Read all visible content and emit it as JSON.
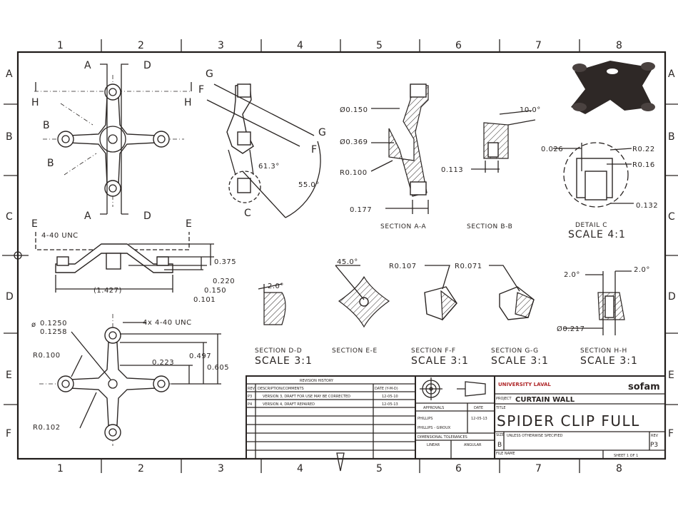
{
  "grid": {
    "columns": [
      "1",
      "2",
      "3",
      "4",
      "5",
      "6",
      "7",
      "8"
    ],
    "rows": [
      "A",
      "B",
      "C",
      "D",
      "E",
      "F"
    ]
  },
  "views": {
    "top": {
      "cuts": [
        "A",
        "D",
        "H",
        "H",
        "B",
        "B",
        "A",
        "D"
      ]
    },
    "side_rot": {
      "cuts": [
        "G",
        "F",
        "G",
        "F",
        "C"
      ],
      "angle1": "61.3°",
      "angle2": "55.0°"
    },
    "front": {
      "cuts": [
        "E",
        "E"
      ],
      "thread": "4-40 UNC",
      "dims": [
        "0.375",
        "0.220",
        "0.150",
        "0.101",
        "(1.427)"
      ]
    },
    "plan": {
      "dia_upper": "0.1250",
      "dia_lower": "0.1258",
      "thread": "4x 4-40 UNC",
      "r1": "R0.100",
      "r2": "R0.102",
      "dims": [
        "0.223",
        "0.497",
        "0.605"
      ]
    },
    "section_aa": {
      "dims": [
        "Ø0.150",
        "Ø0.369",
        "R0.100",
        "0.177"
      ],
      "label": "SECTION A-A"
    },
    "section_bb": {
      "dims": [
        "10.0°",
        "0.113"
      ],
      "label": "SECTION B-B"
    },
    "detail_c": {
      "dims": [
        "0.026",
        "R0.22",
        "R0.16",
        "0.132"
      ],
      "label": "DETAIL C",
      "scale": "SCALE 4:1"
    },
    "section_dd": {
      "dim": "2.0°",
      "label": "SECTION D-D",
      "scale": "SCALE 3:1"
    },
    "section_ee": {
      "dim": "45.0°",
      "label": "SECTION E-E"
    },
    "section_ff": {
      "dim": "R0.107",
      "label": "SECTION F-F",
      "scale": "SCALE 3:1"
    },
    "section_gg": {
      "dim": "R0.071",
      "label": "SECTION G-G",
      "scale": "SCALE 3:1"
    },
    "section_hh": {
      "dims": [
        "2.0°",
        "2.0°",
        "Ø0.217"
      ],
      "label": "SECTION H-H",
      "scale": "SCALE 3:1"
    }
  },
  "title_block": {
    "revision_history": "REVISION HISTORY",
    "headers": [
      "REV",
      "DESCRIPTION/COMMENTS",
      "DATE (Y-M-D)"
    ],
    "rows": [
      {
        "rev": "P3",
        "desc": "VERSION 3, DRAFT FOR USE MAY BE CORRECTED",
        "date": "12-05-10"
      },
      {
        "rev": "P4",
        "desc": "VERSION 4, DRAFT REPAIRED",
        "date": "12-05-13"
      }
    ],
    "approvals": "APPROVALS",
    "date": "DATE",
    "drawn": "PHILLIPS",
    "drawn_date": "12-05-13",
    "checked": "PHILLIPS - GIROUX",
    "tolerances": "DIMENSIONAL TOLERANCES",
    "linear": "LINEAR",
    "angular": "ANGULAR",
    "university": "UNIVERSITY LAVAL",
    "company": "sofam",
    "project_label": "PROJECT",
    "project": "CURTAIN WALL",
    "title_label": "TITLE",
    "title": "SPIDER CLIP FULL",
    "size_label": "SIZE",
    "size": "B",
    "unless": "UNLESS OTHERWISE SPECIFIED",
    "rev_label": "REV",
    "rev": "P3",
    "sheet": "SHEET 1 OF 1",
    "file": "FILE NAME"
  },
  "colors": {
    "ink": "#2a2523",
    "university": "#b0282a"
  }
}
